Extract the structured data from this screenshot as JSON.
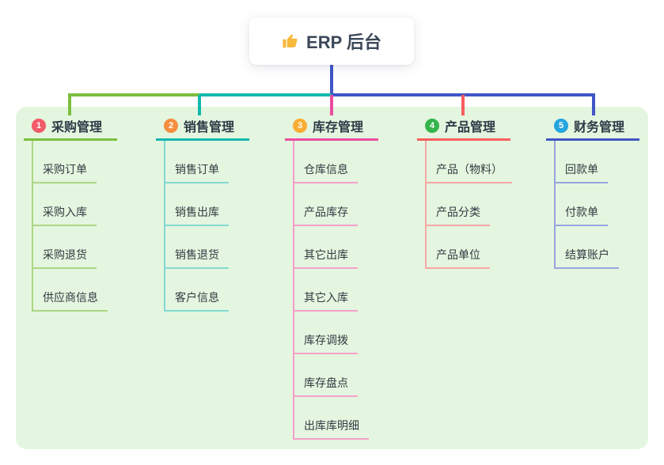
{
  "root": {
    "title": "ERP 后台",
    "icon": "thumbs-up-icon",
    "icon_color": "#f6b93b",
    "connector_color": "#4055c6"
  },
  "panel_color": "#e4f6df",
  "branches": [
    {
      "badge": "1",
      "badge_color": "#f25b69",
      "label": "采购管理",
      "line_color": "#7cbf3e",
      "child_line_color": "#abd683",
      "children": [
        "采购订单",
        "采购入库",
        "采购退货",
        "供应商信息"
      ]
    },
    {
      "badge": "2",
      "badge_color": "#f78d3f",
      "label": "销售管理",
      "line_color": "#12b8ae",
      "child_line_color": "#82d9d0",
      "children": [
        "销售订单",
        "销售出库",
        "销售退货",
        "客户信息"
      ]
    },
    {
      "badge": "3",
      "badge_color": "#f9ad33",
      "label": "库存管理",
      "line_color": "#ec4da0",
      "child_line_color": "#f49fca",
      "children": [
        "仓库信息",
        "产品库存",
        "其它出库",
        "其它入库",
        "库存调拨",
        "库存盘点",
        "出库库明细"
      ]
    },
    {
      "badge": "4",
      "badge_color": "#35b44a",
      "label": "产品管理",
      "line_color": "#f85d5d",
      "child_line_color": "#f9a6a6",
      "children": [
        "产品（物料）",
        "产品分类",
        "产品单位"
      ]
    },
    {
      "badge": "5",
      "badge_color": "#25a5df",
      "label": "财务管理",
      "line_color": "#4055c6",
      "child_line_color": "#96a5e0",
      "children": [
        "回款单",
        "付款单",
        "结算账户"
      ]
    }
  ]
}
